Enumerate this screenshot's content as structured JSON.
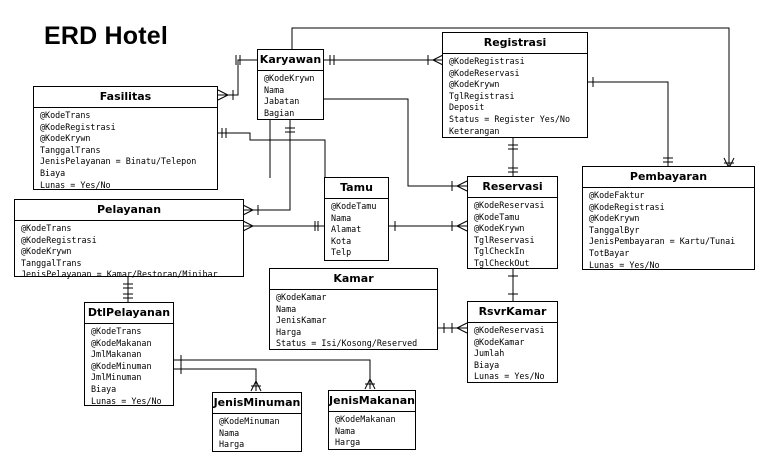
{
  "title": "ERD Hotel",
  "entities": {
    "karyawan": {
      "name": "Karyawan",
      "attrs": [
        "@KodeKrywn",
        "Nama",
        "Jabatan",
        "Bagian"
      ]
    },
    "registrasi": {
      "name": "Registrasi",
      "attrs": [
        "@KodeRegistrasi",
        "@KodeReservasi",
        "@KodeKrywn",
        "TglRegistrasi",
        "Deposit",
        "Status = Register Yes/No",
        "Keterangan"
      ]
    },
    "fasilitas": {
      "name": "Fasilitas",
      "attrs": [
        "@KodeTrans",
        "@KodeRegistrasi",
        "@KodeKrywn",
        "TanggalTrans",
        "JenisPelayanan = Binatu/Telepon",
        "Biaya",
        "Lunas = Yes/No"
      ]
    },
    "pelayanan": {
      "name": "Pelayanan",
      "attrs": [
        "@KodeTrans",
        "@KodeRegistrasi",
        "@KodeKrywn",
        "TanggalTrans",
        "JenisPelayanan = Kamar/Restoran/Minibar"
      ]
    },
    "tamu": {
      "name": "Tamu",
      "attrs": [
        "@KodeTamu",
        "Nama",
        "Alamat",
        "Kota",
        "Telp"
      ]
    },
    "reservasi": {
      "name": "Reservasi",
      "attrs": [
        "@KodeReservasi",
        "@KodeTamu",
        "@KodeKrywn",
        "TglReservasi",
        "TglCheckIn",
        "TglCheckOut"
      ]
    },
    "pembayaran": {
      "name": "Pembayaran",
      "attrs": [
        "@KodeFaktur",
        "@KodeRegistrasi",
        "@KodeKrywn",
        "TanggalByr",
        "JenisPembayaran = Kartu/Tunai",
        "TotBayar",
        "Lunas = Yes/No"
      ]
    },
    "kamar": {
      "name": "Kamar",
      "attrs": [
        "@KodeKamar",
        "Nama",
        "JenisKamar",
        "Harga",
        "Status = Isi/Kosong/Reserved"
      ]
    },
    "rsvrkamar": {
      "name": "RsvrKamar",
      "attrs": [
        "@KodeReservasi",
        "@KodeKamar",
        "Jumlah",
        "Biaya",
        "Lunas = Yes/No"
      ]
    },
    "dtlpelayanan": {
      "name": "DtlPelayanan",
      "attrs": [
        "@KodeTrans",
        "@KodeMakanan",
        "JmlMakanan",
        "@KodeMinuman",
        "JmlMinuman",
        "Biaya",
        "Lunas = Yes/No"
      ]
    },
    "jenisminuman": {
      "name": "JenisMinuman",
      "attrs": [
        "@KodeMinuman",
        "Nama",
        "Harga"
      ]
    },
    "jenismakanan": {
      "name": "JenisMakanan",
      "attrs": [
        "@KodeMakanan",
        "Nama",
        "Harga"
      ]
    }
  }
}
